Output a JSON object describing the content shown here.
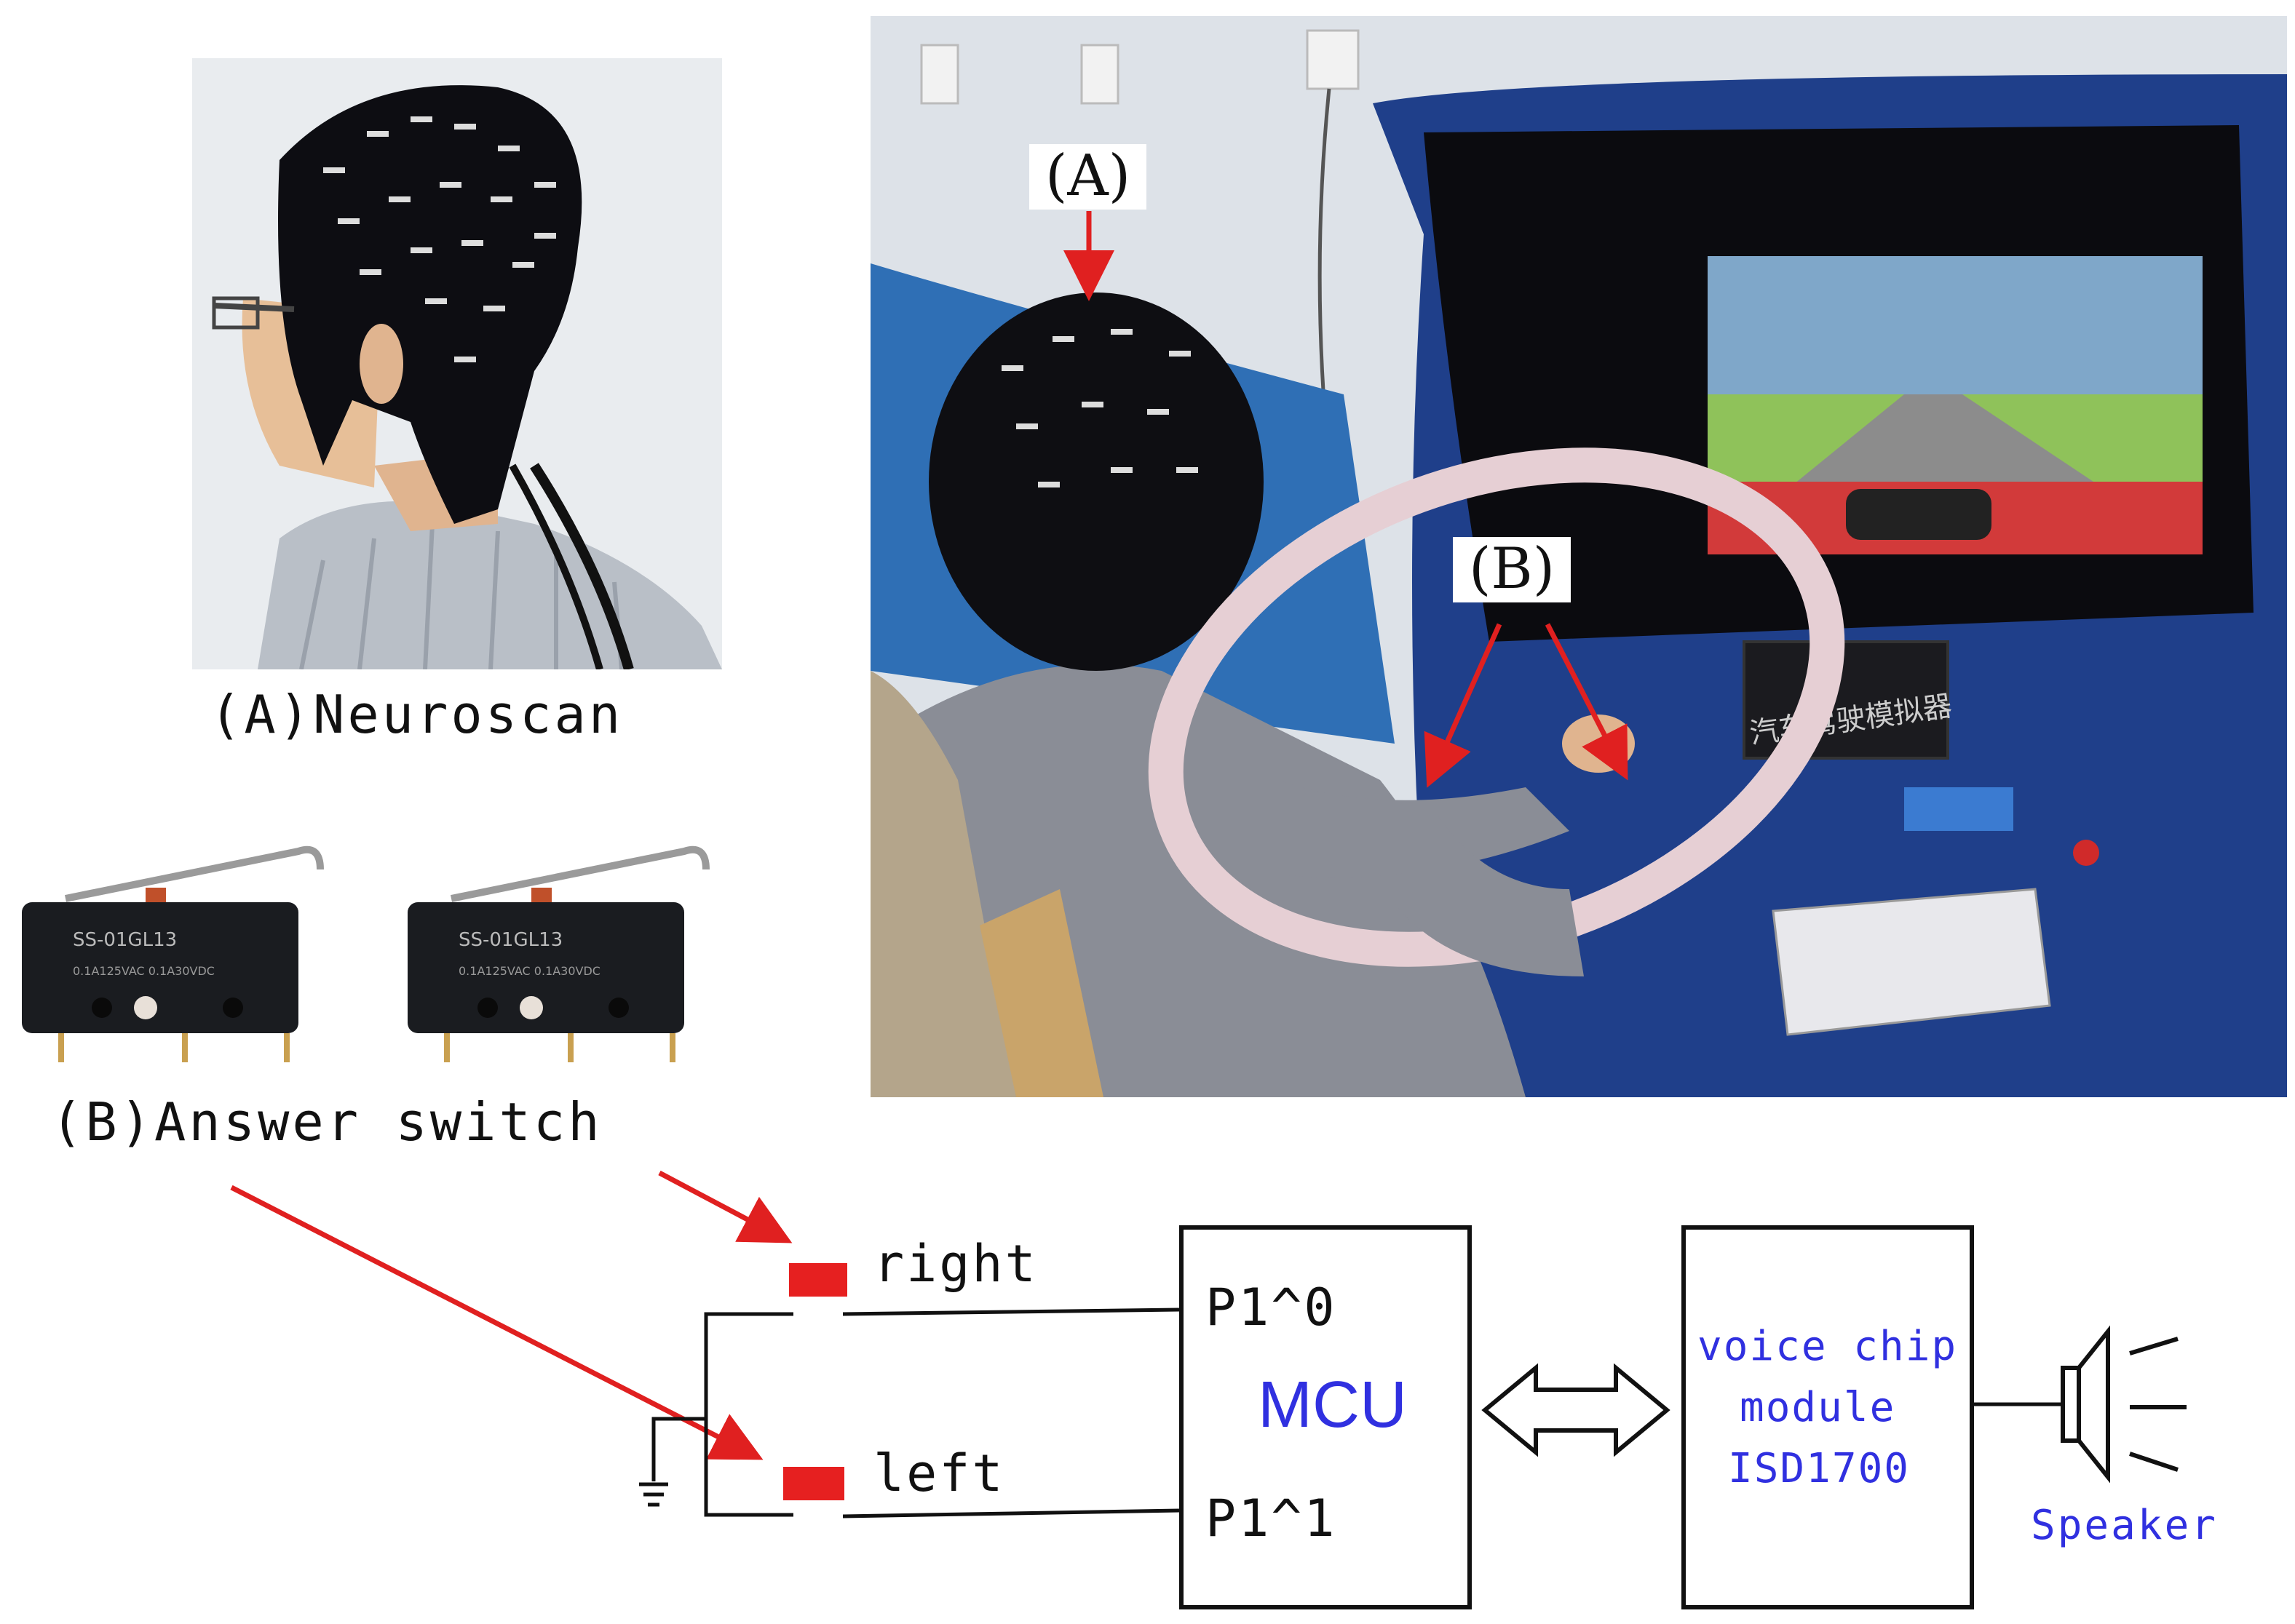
{
  "photos": {
    "neuroscan_caption": "(A)Neuroscan",
    "switch_caption": "(B)Answer switch",
    "switch_text_line1": "SS-01GL13",
    "switch_text_line2": "0.1A125VAC 0.1A30VDC",
    "callout_a": "(A)",
    "callout_b": "(B)",
    "simulator_panel_text": "汽车驾驶模拟器"
  },
  "circuit": {
    "right_label": "right",
    "left_label": "left",
    "mcu": {
      "label": "MCU",
      "pin0": "P1^0",
      "pin1": "P1^1"
    },
    "voice_module": {
      "line1": "voice chip",
      "line2": "module",
      "line3": "ISD1700"
    },
    "speaker_label": "Speaker"
  },
  "colors": {
    "arrow": "#e02020",
    "switch_block": "#e62020",
    "blue_text": "#3030e0"
  }
}
